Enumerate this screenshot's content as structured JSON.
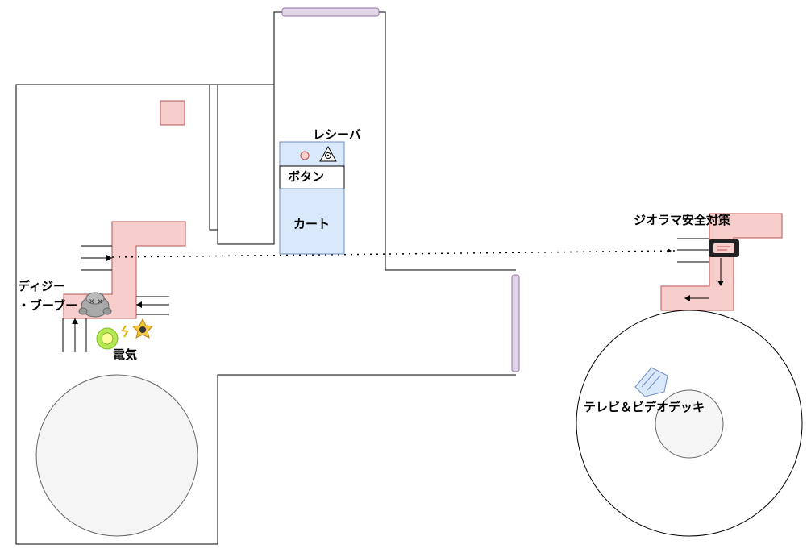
{
  "labels": {
    "receiver": "レシーバ",
    "button": "ボタン",
    "cart": "カート",
    "diorama_safety": "ジオラマ安全対策",
    "dizzy_line1": "ディジー",
    "dizzy_line2": "・ブーブー",
    "electricity": "電気",
    "tv_video": "テレビ＆ビデオデッキ"
  },
  "colors": {
    "track_fill": "#f8cecc",
    "track_stroke": "#b85450",
    "door_fill": "#e1d5e7",
    "door_stroke": "#9673a6",
    "cart_fill": "#dae8fc",
    "cart_stroke": "#6c8ebf",
    "table_fill": "#f5f5f5"
  },
  "icons": [
    "eye-triangle-icon",
    "small-pink-circle-icon",
    "monster-figure-icon",
    "green-ring-icon",
    "spark-icon",
    "star-face-icon",
    "video-cassette-icon",
    "tv-icon"
  ]
}
